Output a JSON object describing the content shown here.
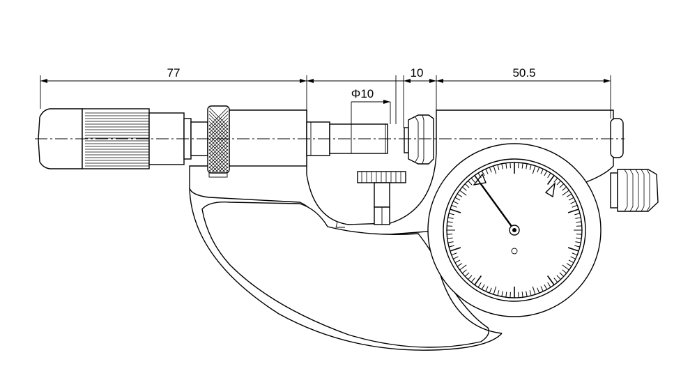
{
  "drawing": {
    "dimensions": [
      {
        "id": "overall_length",
        "label": "77"
      },
      {
        "id": "anvil_gap",
        "label": "10"
      },
      {
        "id": "frame_depth",
        "label": "50.5"
      },
      {
        "id": "spindle_diameter",
        "label": "Φ10"
      }
    ],
    "dial": {
      "pointer_value": 0.9,
      "graduations": 100
    }
  }
}
